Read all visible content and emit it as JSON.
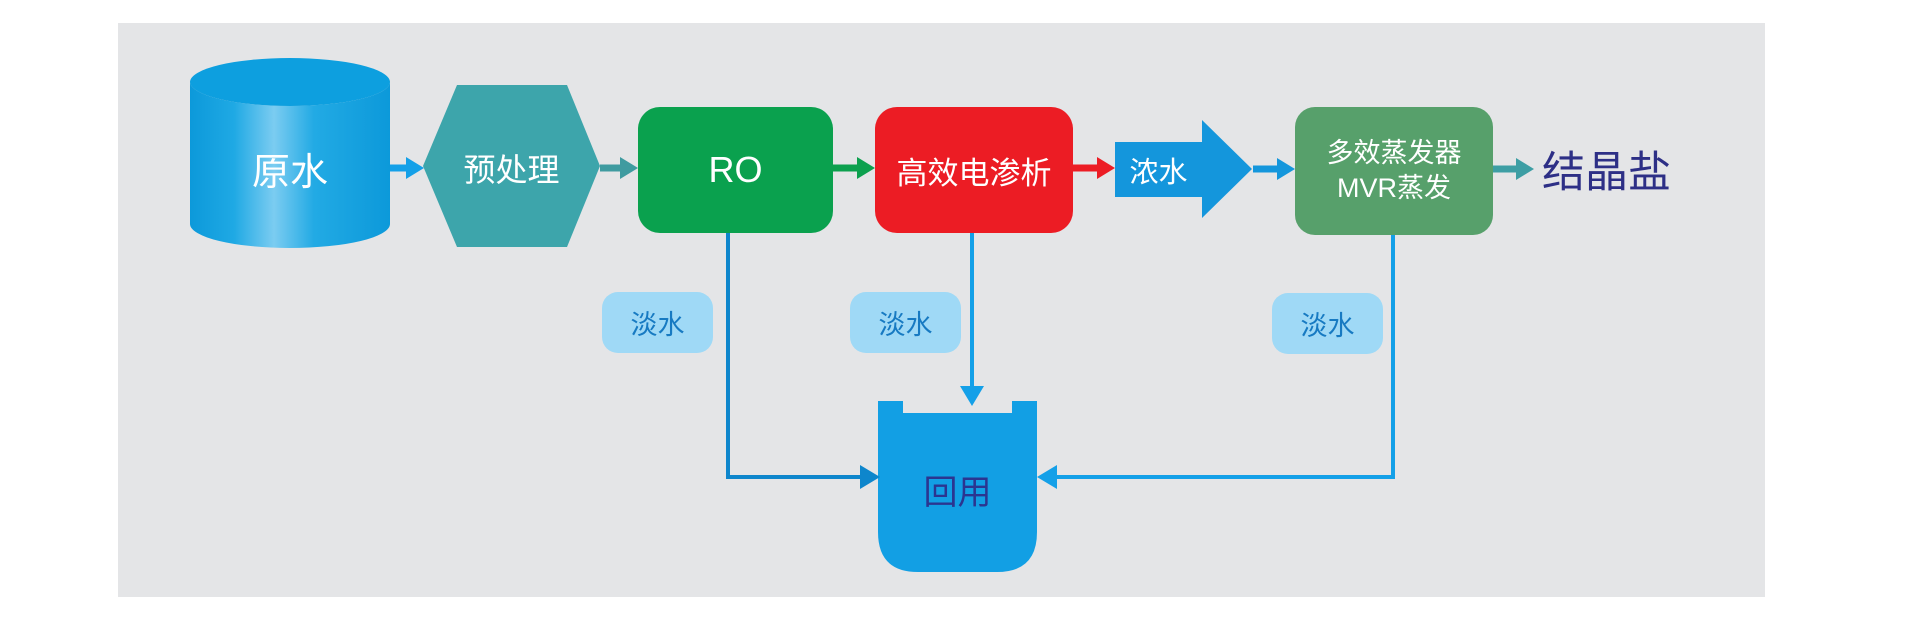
{
  "diagram": {
    "type": "process-flow",
    "nodes": {
      "raw_water": {
        "label": "原水",
        "shape": "cylinder"
      },
      "pretreatment": {
        "label": "预处理",
        "shape": "hexagon"
      },
      "ro": {
        "label": "RO",
        "shape": "rounded-rect"
      },
      "electrodialysis": {
        "label": "高效电渗析",
        "shape": "rounded-rect"
      },
      "concentrate": {
        "label": "浓水",
        "shape": "right-arrow"
      },
      "evaporator": {
        "line1": "多效蒸发器",
        "line2": "MVR蒸发",
        "shape": "rounded-rect"
      },
      "crystal_salt": {
        "label": "结晶盐",
        "shape": "text"
      },
      "reuse": {
        "label": "回用",
        "shape": "tank"
      }
    },
    "stream_labels": {
      "fresh_water_ro": "淡水",
      "fresh_water_electrodialysis": "淡水",
      "fresh_water_evaporator": "淡水"
    },
    "edges": [
      {
        "from": "原水",
        "to": "预处理"
      },
      {
        "from": "预处理",
        "to": "RO"
      },
      {
        "from": "RO",
        "to": "高效电渗析"
      },
      {
        "from": "高效电渗析",
        "to": "浓水"
      },
      {
        "from": "浓水",
        "to": "多效蒸发器MVR蒸发"
      },
      {
        "from": "多效蒸发器MVR蒸发",
        "to": "结晶盐"
      },
      {
        "from": "RO",
        "to": "回用",
        "label": "淡水"
      },
      {
        "from": "高效电渗析",
        "to": "回用",
        "label": "淡水"
      },
      {
        "from": "多效蒸发器MVR蒸发",
        "to": "回用",
        "label": "淡水"
      }
    ],
    "colors": {
      "panel_bg": "#e4e5e7",
      "raw_water_cylinder": "#12a0e4",
      "pretreatment_hexagon": "#3da5ab",
      "ro_box": "#0aa14e",
      "electrodialysis_box": "#ec1c24",
      "concentrate_arrow": "#1496dc",
      "evaporator_box": "#57a06b",
      "crystal_salt_text": "#2d2f86",
      "reuse_tank": "#129fe4",
      "reuse_text": "#2b3590",
      "fresh_water_bg": "#9fd9f6",
      "fresh_water_text": "#177ac2",
      "connector_blue": "#14a0e8",
      "connector_dark_blue": "#0e86cc",
      "connector_teal": "#3f9ba0",
      "connector_green": "#0ca04e",
      "connector_red": "#ec1c24"
    }
  }
}
